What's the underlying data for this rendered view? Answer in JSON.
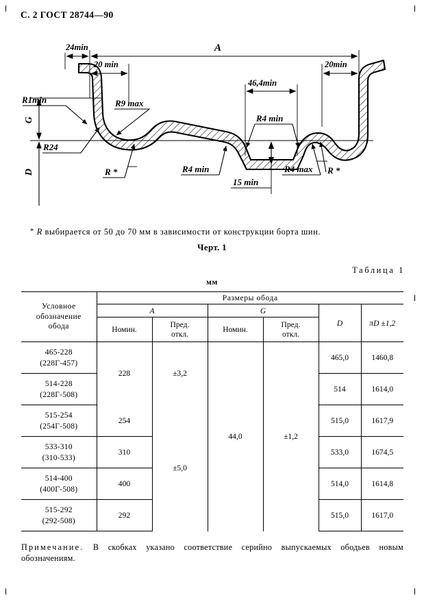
{
  "header": {
    "page_mark": "С. 2 ГОСТ 28744—90"
  },
  "drawing": {
    "labels": {
      "r1min": "R1min",
      "d24min": "24min",
      "d20min_left": "20 min",
      "a": "A",
      "d20min_right": "20min",
      "r24": "R24",
      "g": "G",
      "d": "D",
      "r9max": "R9 max",
      "d46_4min": "46,4min",
      "r4min_top": "R4 min",
      "r_star_left": "R *",
      "r4min_bottom": "R4 min",
      "d15min": "15 min",
      "r4max": "R4 max",
      "r_star_right": "R *"
    }
  },
  "footnote": {
    "star": "*",
    "symbol": "R",
    "text": " выбирается от 50 до 70 мм в зависимости от конструкции борта шин."
  },
  "figure_caption": "Черт. 1",
  "table_meta": {
    "table_label": "Таблица 1",
    "unit": "мм"
  },
  "table": {
    "head": {
      "designation": "Условное\nобозначение\nобода",
      "group_title": "Размеры обода",
      "col_a": "A",
      "col_g": "G",
      "nominal_a": "Номин.",
      "deviation_a": "Пред.\nоткл.",
      "nominal_g": "Номин.",
      "deviation_g": "Пред.\nоткл.",
      "col_d": "D",
      "col_pid": "πD ±1,2"
    },
    "rows": [
      {
        "designation_line1": "465-228",
        "designation_line2": "(228Г-457)",
        "a_nominal": "228",
        "a_deviation": "±3,2",
        "g_nominal": "44,0",
        "g_deviation": "±1,2",
        "d": "465,0",
        "pid": "1460,8"
      },
      {
        "designation_line1": "514-228",
        "designation_line2": "(228Г-508)",
        "a_nominal": "",
        "a_deviation": "",
        "g_nominal": "",
        "g_deviation": "",
        "d": "514",
        "pid": "1614,0"
      },
      {
        "designation_line1": "515-254",
        "designation_line2": "(254Г-508)",
        "a_nominal": "254",
        "a_deviation": "±5,0",
        "g_nominal": "",
        "g_deviation": "",
        "d": "515,0",
        "pid": "1617,9"
      },
      {
        "designation_line1": "533-310",
        "designation_line2": "(310-533)",
        "a_nominal": "310",
        "a_deviation": "",
        "g_nominal": "",
        "g_deviation": "",
        "d": "533,0",
        "pid": "1674,5"
      },
      {
        "designation_line1": "514-400",
        "designation_line2": "(400Г-508)",
        "a_nominal": "400",
        "a_deviation": "",
        "g_nominal": "",
        "g_deviation": "",
        "d": "514,0",
        "pid": "1614,8"
      },
      {
        "designation_line1": "515-292",
        "designation_line2": "(292-508)",
        "a_nominal": "292",
        "a_deviation": "",
        "g_nominal": "",
        "g_deviation": "",
        "d": "515,0",
        "pid": "1617,0"
      }
    ]
  },
  "note": {
    "label": "Примечание.",
    "text": " В скобках указано соответствие  серийно выпускаемых ободьев новым обозначениям."
  }
}
